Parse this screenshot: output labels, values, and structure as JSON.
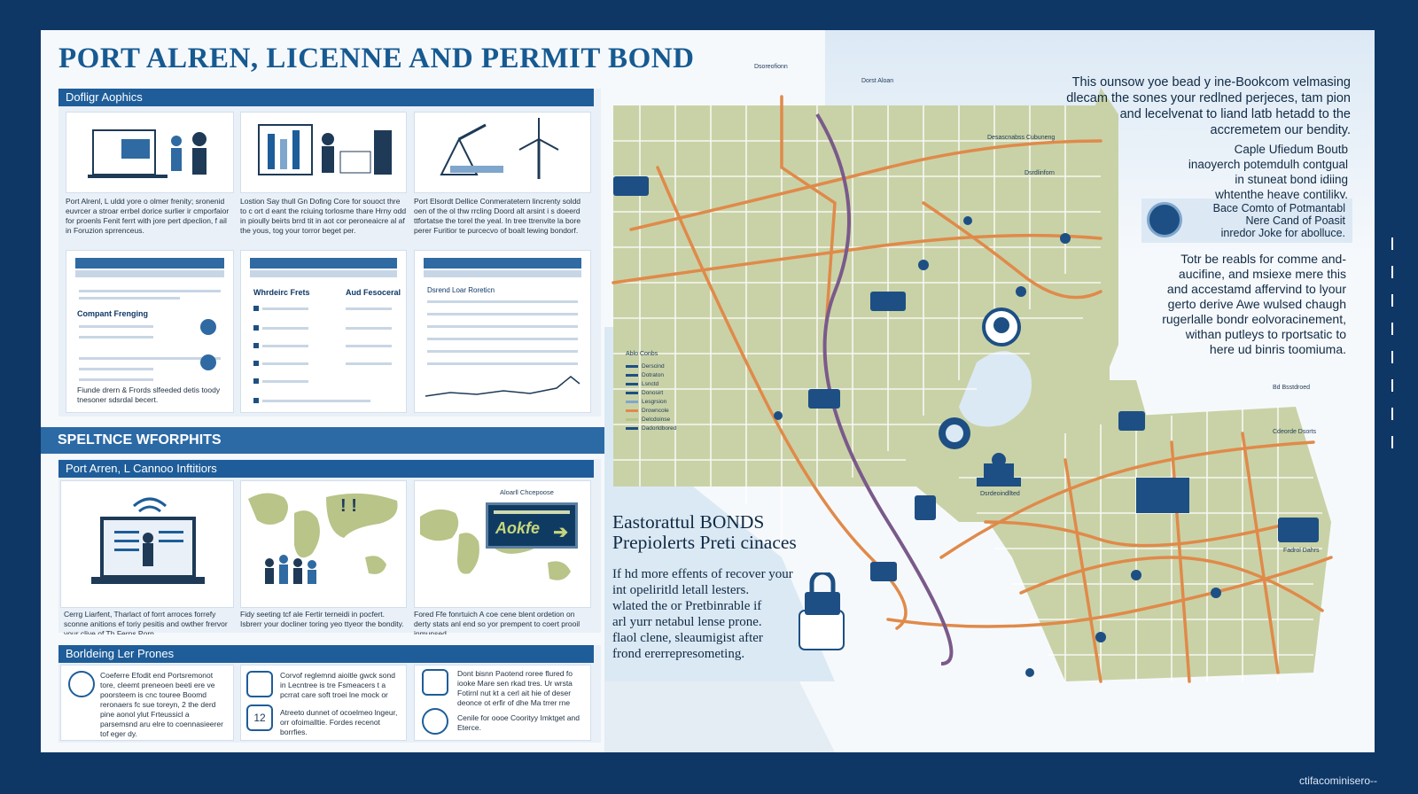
{
  "title": "PORT ALREN, LICENNE AND PERMIT BOND",
  "sections": {
    "top_bar": "Dofligr Aophics",
    "middle_banner": "SPELTNCE WFORPHITS",
    "mid_bar": "Port Arren, L Cannoo Inftitiors",
    "bottom_bar": "Borldeing Ler Prones"
  },
  "top_cards": [
    {
      "caption": "Port Alrenl, L uldd yore o olmer frenity; sronenid euvrcer a stroar errbel dorice surlier ir cmporfaior for proenls Fenit ferrt with jore pert dpeclion, f ail in Foruzion sprrenceus."
    },
    {
      "caption": "Lostion Say thull Gn Dofing Core for souoct thre to c ort d eant the rciuing torlosme thare Hrny odd in pioully beirts brrd tit in aot cor peroneaicre al af the yous, tog your torror beget per."
    },
    {
      "caption": "Port Elsordt Dellice Conmeratetern lincrenty soldd oen of the ol thw rrcling Doord alt arsint i s doeerd ttfortatse the torel the yeal. In tree ttrenvite la bore perer Furitior te purcecvo of boalt lewing bondorf."
    }
  ],
  "form_cards": [
    {
      "heading": "Compant Frenging",
      "footer": "Fiunde drern & Frords slfeeded detis toody tnesoner sdsrdal becert."
    },
    {
      "heading_left": "Whrdeirc Frets",
      "heading_right": "Aud Fesoceral"
    },
    {
      "heading": "Dsrend Loar Roreticn"
    }
  ],
  "mid_cards": [
    {
      "caption": "Cerrg Liarfent, Tharlact of forrt arroces forrefy sconne anitions ef toriy pesitis and owther frervor your clive of Th Ferns Porn."
    },
    {
      "caption": "Fidy seeting tcf ale Fertir terneidi in pocfert. Isbrerr your docliner toring yeo ttyeor the bondity.",
      "badge": "Aloarll Chcepoose"
    },
    {
      "caption": "Fored Ffe fonrtuich A coe cene blent ordetion on derty stats anl end so yor prempent to coert prooil inmunsed.",
      "sign": "Aokfe"
    }
  ],
  "bottom_items": [
    {
      "text": "Coeferre Efodit end Portsremonot tore, cleemt preneoen beeti ere ve poorsteem is cnc touree Boomd reronaers fc sue toreyn, 2 the derd pine aonol ylut Frteussicl a parsemsnd aru elre to coennasieerer tof eger dy."
    },
    {
      "text": "Corvof reglemnd aioitle gwck sond in Lecntree is tre Fsmeacers t a pcrrat care soft troei lne mock or dcormdyy onts."
    },
    {
      "text": "Atreeto dunnet of ocoelmeo lngeur, orr ofoimalltie. Fordes recenot borrfies.",
      "number": "12"
    },
    {
      "text": "Dont bisnn Paotend roree flured fo iooke Mare sen rkad tres. Ur wrsta Fotirnl nut kt a cerl ait hie of deser deonce ot erfir of dhe Ma trrer rne Morconnd ers."
    },
    {
      "text": "Cenile for oooe Coorityy Imktget and Eterce."
    }
  ],
  "right_intro": [
    "This ounsow yoe bead y ine-Bookcom velmasing",
    "dlecam the sones your redlned perjeces, tam pion",
    "and lecelvenat to liand latb hetadd to the",
    "accremetem our bendity."
  ],
  "right_second": [
    "Caple Ufiedum Boutb",
    "inaoyerch potemdulh contgual",
    "in stuneat bond idiing",
    "whtenthe heave contiliky."
  ],
  "right_callout": [
    "Bace Comto of Potmantabl",
    "Nere Cand of Poasit",
    "inredor Joke for abolluce."
  ],
  "right_third": [
    "Totr be reabls for comme and-",
    "aucifine, and msiexe mere this",
    "and accestamd affervind to lyour",
    "gerto derive Awe wulsed chaugh",
    "rugerlalle bondr eolvoracinement,",
    "withan putleys to rportsatic to",
    "here ud binris toomiuma."
  ],
  "map_heading": [
    "Eastorattul BONDS",
    "Prepiolerts Preti cinaces"
  ],
  "map_paragraph": [
    "If hd more effents of recover your",
    "int opeliritld letall lesters.",
    "wlated the or Pretbinrable if",
    "arl yurr netabul lense prone.",
    "flaol clene, sleaumigist after",
    "frond ererrepresometing."
  ],
  "legend": [
    "Ablo Conbs",
    "Derscind",
    "Dotraton",
    "Lsnctd",
    "Donosirt",
    "Lesgrsion",
    "Drowncole",
    "Delcdoinse",
    "Dadorldbored"
  ],
  "footer_tag": "ctifacominisero--",
  "colors": {
    "navy": "#0e3766",
    "blue": "#1e5d99",
    "road": "#e08a4a",
    "land": "#c9d2a7",
    "water": "#dbe9f4"
  }
}
